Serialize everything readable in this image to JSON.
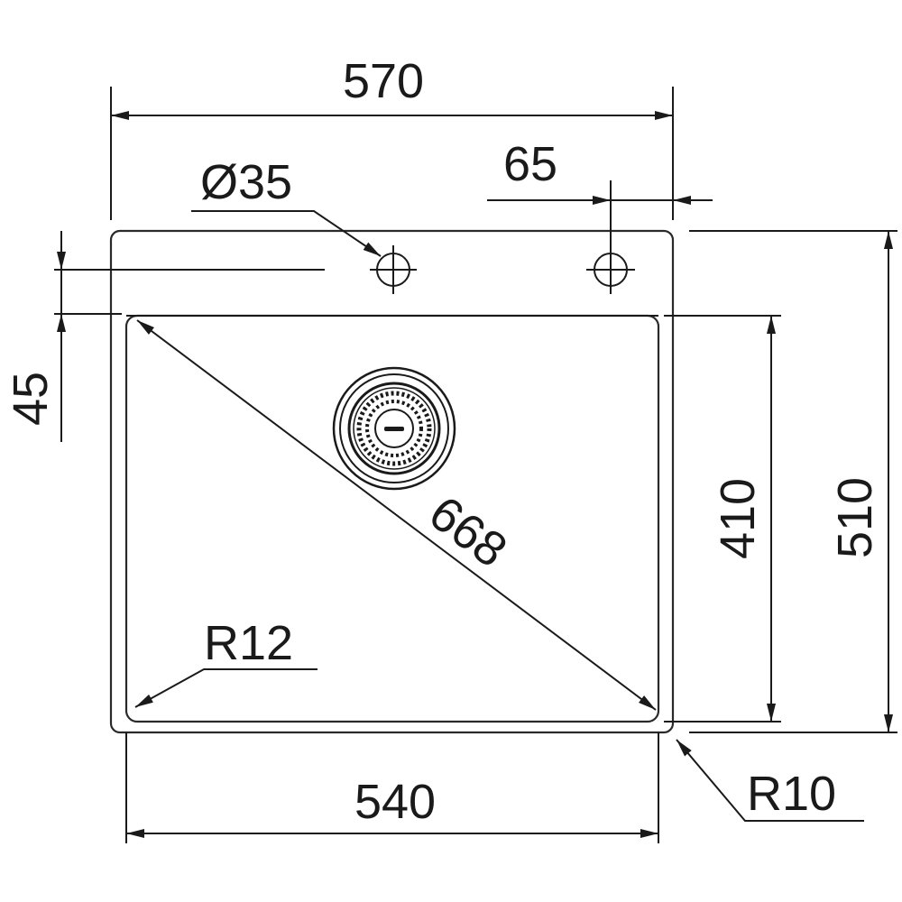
{
  "dimensions": {
    "overall_width": "570",
    "hole_offset": "65",
    "hole_diameter": "Ø35",
    "bowl_offset": "45",
    "bowl_height": "410",
    "overall_depth": "510",
    "bowl_diagonal": "668",
    "inner_radius": "R12",
    "bowl_width": "540",
    "outer_radius": "R10"
  },
  "colors": {
    "line": "#1a1a1a",
    "background": "#ffffff"
  }
}
